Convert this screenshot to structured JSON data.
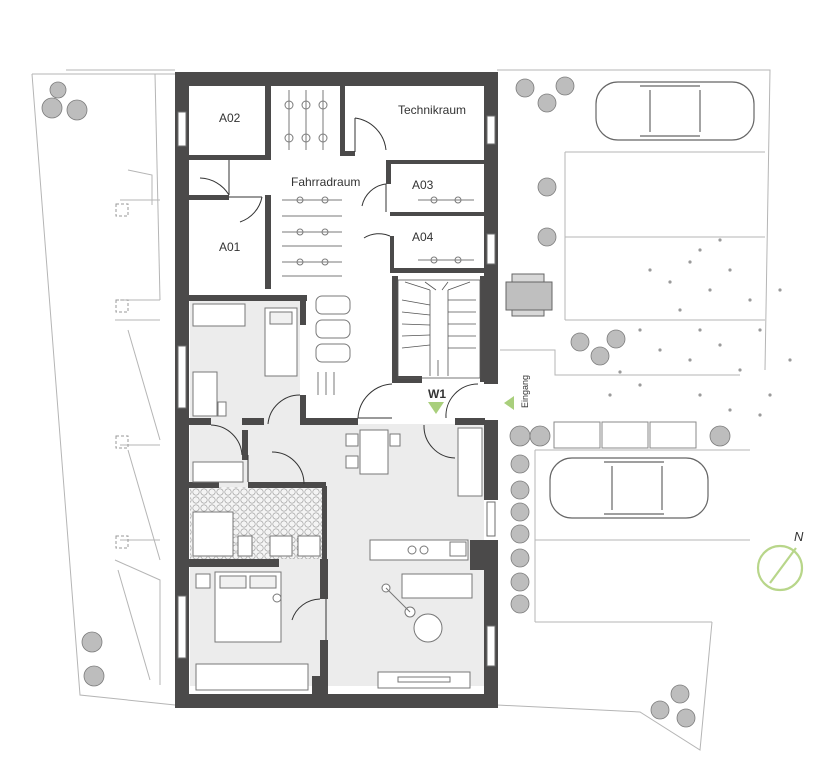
{
  "rooms": {
    "a02": "A02",
    "a01": "A01",
    "a03": "A03",
    "a04": "A04",
    "technikraum": "Technikraum",
    "fahrradraum": "Fahrradraum"
  },
  "entrance": {
    "unit": "W1",
    "label": "Eingang"
  },
  "compass": {
    "north": "N"
  },
  "colors": {
    "wall": "#4b4a4a",
    "floor_light": "#ececec",
    "accent_green": "#b8d68a",
    "stroke": "#8c8c8c"
  }
}
